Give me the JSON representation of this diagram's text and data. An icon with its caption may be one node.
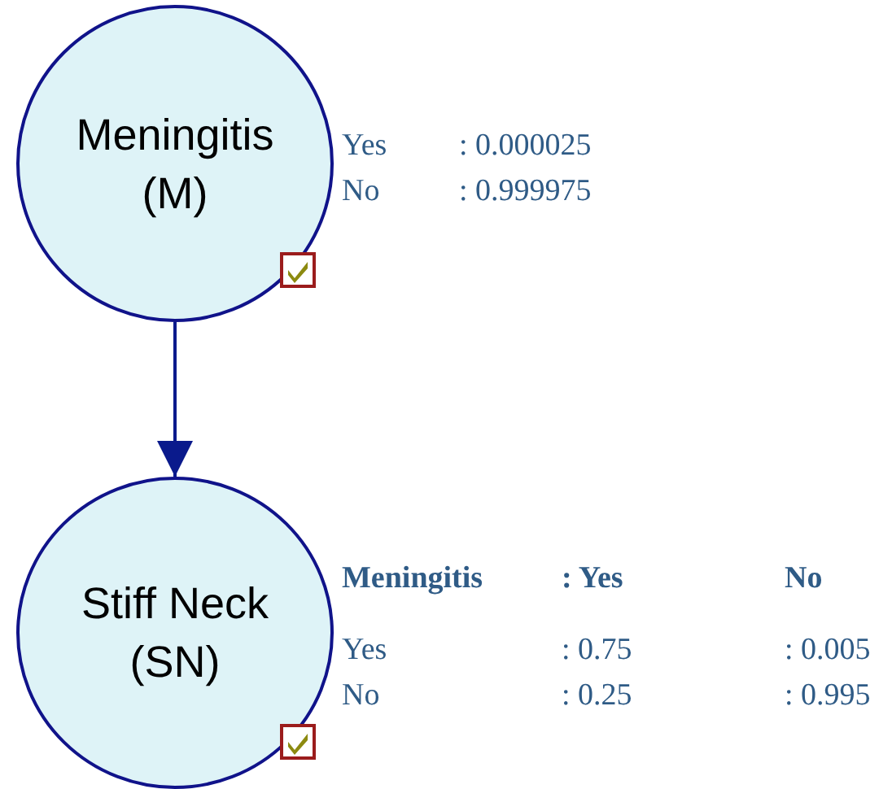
{
  "diagram": {
    "nodes": [
      {
        "text": [
          "Meningitis (M)"
        ]
      },
      {
        "text": [
          "Stiff Neck (SN)"
        ]
      }
    ],
    "edges": [
      {
        "from": 0,
        "to": 1,
        "arrow": "to"
      }
    ],
    "labels": [
      "Yes",
      ": 0.000025",
      "No",
      ": 0.999975",
      "Meningitis",
      ": Yes",
      "No",
      "Yes",
      ": 0.75",
      ": 0.005",
      "No",
      ": 0.25",
      ": 0.995"
    ]
  }
}
